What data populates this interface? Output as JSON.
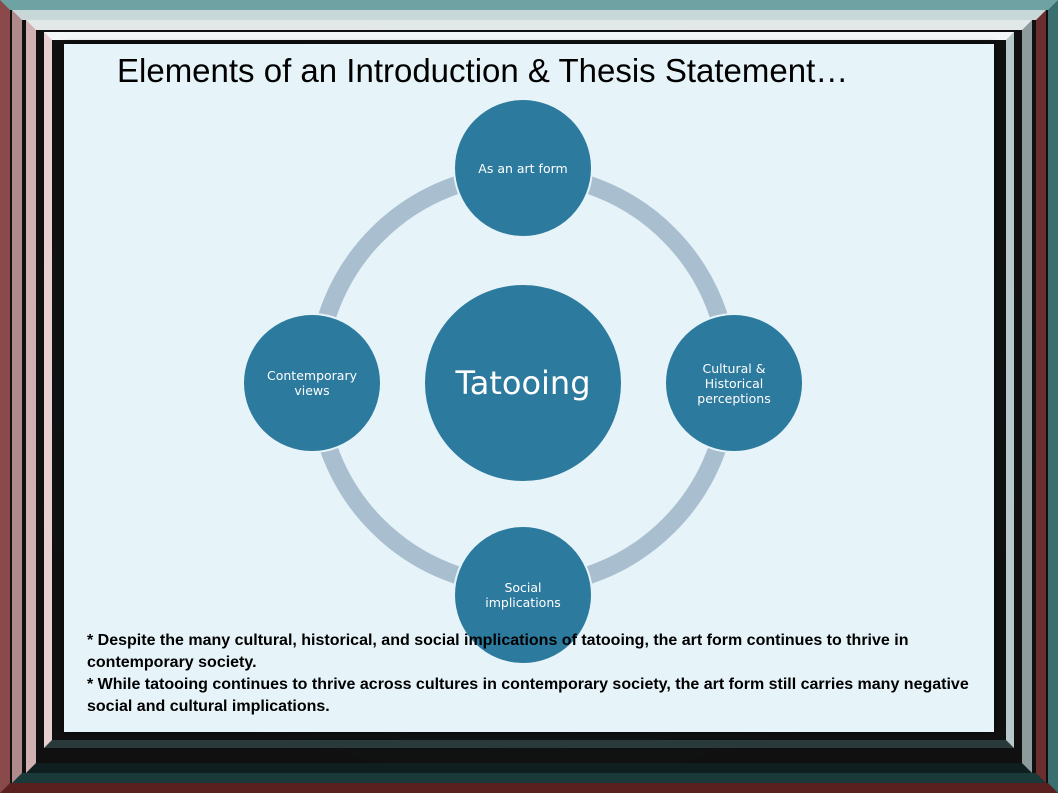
{
  "slide": {
    "title": "Elements of an Introduction & Thesis Statement…"
  },
  "diagram": {
    "center": "Tatooing",
    "nodes": {
      "top": "As an art form",
      "right": "Cultural & Historical perceptions",
      "bottom": "Social implications",
      "left": "Contemporary views"
    }
  },
  "notes": [
    "*  Despite the many cultural, historical, and social implications of tatooing, the art form continues to thrive in contemporary society.",
    "*  While tatooing continues to thrive across cultures in contemporary society, the art form still carries many negative social and cultural implications."
  ],
  "colors": {
    "node_fill": "#2c7a9e",
    "ring": "#a9bfcf",
    "slide_bg": "#e6f3f9"
  }
}
